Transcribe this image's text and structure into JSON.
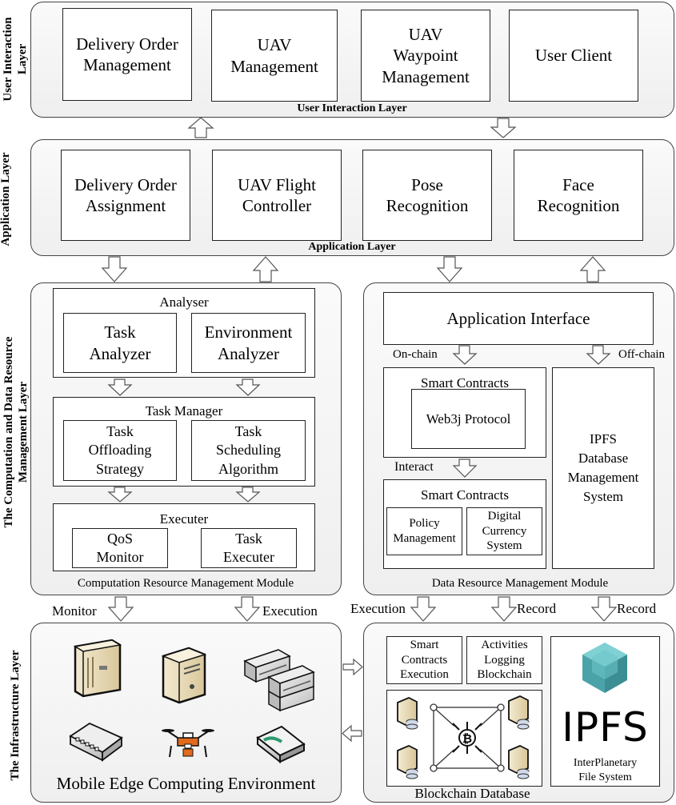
{
  "layers": {
    "user_interaction": "User Interaction Layer",
    "application": "Application Layer",
    "computation_data_line1": "The Computation and Data Resource",
    "computation_data_line2": "Management Layer",
    "infrastructure": "The Infrastructure Layer",
    "user_interaction_side_line1": "User Interaction",
    "user_interaction_side_line2": "Layer",
    "application_side": "Application Layer"
  },
  "user_layer": {
    "boxes": [
      "Delivery Order\nManagement",
      "UAV\nManagement",
      "UAV\nWaypoint\nManagement",
      "User Client"
    ],
    "caption": "User Interaction Layer"
  },
  "app_layer": {
    "boxes": [
      "Delivery Order\nAssignment",
      "UAV Flight\nController",
      "Pose\nRecognition",
      "Face\nRecognition"
    ],
    "caption": "Application Layer"
  },
  "computation": {
    "analyser": "Analyser",
    "task_analyzer": "Task\nAnalyzer",
    "env_analyzer": "Environment\nAnalyzer",
    "task_manager": "Task Manager",
    "offloading": "Task\nOffloading\nStrategy",
    "scheduling": "Task\nScheduling\nAlgorithm",
    "executer": "Executer",
    "qos": "QoS\nMonitor",
    "task_executer": "Task\nExecuter",
    "caption": "Computation Resource Management Module"
  },
  "data": {
    "app_interface": "Application Interface",
    "on_chain": "On-chain",
    "off_chain": "Off-chain",
    "smart_contracts_1": "Smart Contracts",
    "web3j": "Web3j Protocol",
    "interact": "Interact",
    "smart_contracts_2": "Smart Contracts",
    "policy": "Policy\nManagement",
    "digital_currency": "Digital\nCurrency\nSystem",
    "ipfs_db": "IPFS\nDatabase\nManagement\nSystem",
    "caption": "Data Resource Management Module"
  },
  "flows": {
    "monitor": "Monitor",
    "execution_left": "Execution",
    "execution_right": "Execution",
    "record_1": "Record",
    "record_2": "Record"
  },
  "infra": {
    "mec_caption": "Mobile Edge Computing Environment",
    "smart_exec": "Smart\nContracts\nExecution",
    "activities": "Activities\nLogging\nBlockchain",
    "ipfs_logo": "IPFS",
    "ipfs_sub": "InterPlanetary\nFile System",
    "blockchain_db": "Blockchain Database",
    "icons": [
      "server-tower-icon",
      "server-box-icon",
      "server-rack-icon",
      "network-switch-icon",
      "drone-icon",
      "router-icon",
      "ipfs-cube-icon",
      "bitcoin-network-icon"
    ]
  }
}
